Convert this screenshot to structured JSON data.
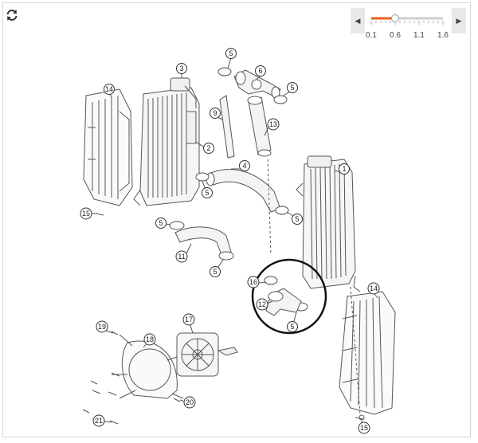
{
  "toolbar": {
    "refresh_icon": "refresh-icon",
    "zoom": {
      "left_arrow": "◀",
      "right_arrow": "▶",
      "ticks": [
        "0.1",
        "0.6",
        "1.1",
        "1.6"
      ],
      "value": 0.6,
      "min": 0.1,
      "max": 1.6,
      "accent": "#e8611c"
    }
  },
  "callouts": {
    "c14a": "14",
    "c3": "3",
    "c5a": "5",
    "c6": "6",
    "c5b": "5",
    "c9": "9",
    "c13": "13",
    "c2": "2",
    "c4": "4",
    "c1": "1",
    "c5c": "5",
    "c5d": "5",
    "c15a": "15",
    "c5e": "5",
    "c11": "11",
    "c5f": "5",
    "c16": "16",
    "c12": "12",
    "c5g": "5",
    "c14b": "14",
    "c19": "19",
    "c18": "18",
    "c17": "17",
    "c20": "20",
    "c21": "21",
    "c15b": "15"
  }
}
